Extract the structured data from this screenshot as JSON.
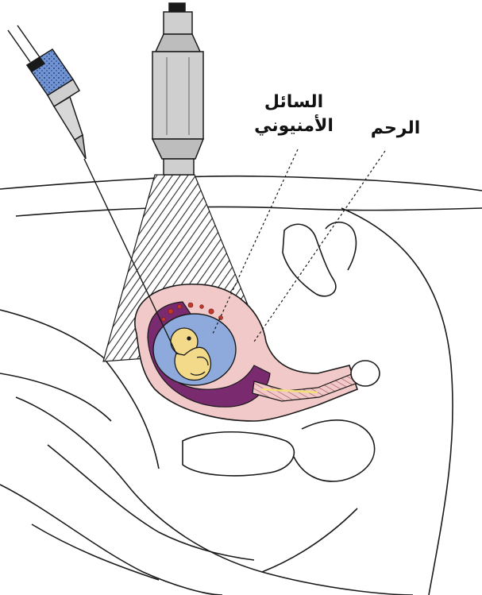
{
  "labels": {
    "amniotic_fluid_line1": "السائل",
    "amniotic_fluid_line2": "الأمنيوني",
    "uterus": "الرحم"
  },
  "colors": {
    "outline": "#1a1a1a",
    "uterus_wall": "#f2c9c9",
    "amniotic_sac": "#8ea9dc",
    "placenta": "#7a2a6e",
    "placenta_vessels": "#c0392b",
    "fetus": "#f3d98a",
    "syringe_fluid": "#6f8fd0",
    "bladder_muscle": "#e8b3b3"
  }
}
